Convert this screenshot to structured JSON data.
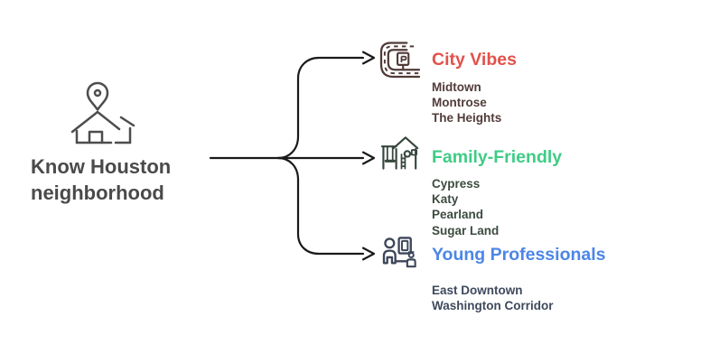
{
  "main": {
    "title": "Know Houston neighborhood"
  },
  "branches": [
    {
      "label": "City Vibes",
      "color": "#e2514a",
      "icon": "city-road-parking-icon",
      "icon_color": "#503a37",
      "item_color": "#513c39",
      "items": [
        "Midtown",
        "Montrose",
        "The Heights"
      ]
    },
    {
      "label": "Family-Friendly",
      "color": "#3fcc85",
      "icon": "playground-icon",
      "icon_color": "#37473d",
      "item_color": "#3c4b41",
      "items": [
        "Cypress",
        "Katy",
        "Pearland",
        "Sugar Land"
      ]
    },
    {
      "label": "Young Professionals",
      "color": "#4c86e8",
      "icon": "people-gallery-icon",
      "icon_color": "#3c4659",
      "item_color": "#3e495c",
      "items": [
        "East Downtown",
        "Washington Corridor"
      ]
    }
  ],
  "colors": {
    "background": "#ffffff",
    "title_text": "#4a4a4a",
    "main_icon": "#4d4d4d",
    "connector": "#1a1a1a"
  }
}
